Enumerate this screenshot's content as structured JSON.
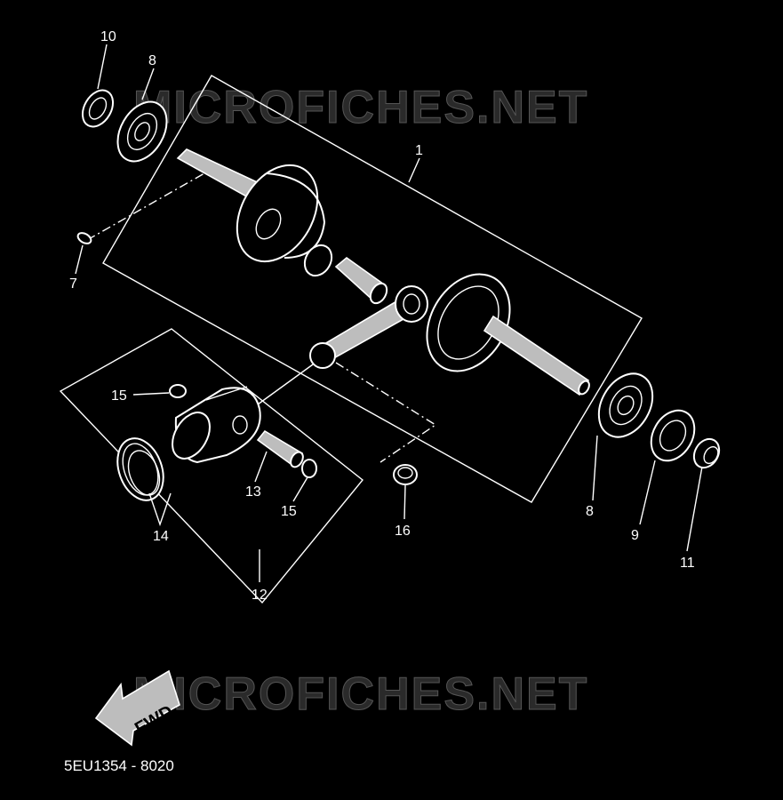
{
  "watermark": {
    "top": "MICROFICHES.NET",
    "bottom": "MICROFICHES.NET"
  },
  "fwd_label": "FWD",
  "diagram_code": "5EU1354 - 8020",
  "callouts": {
    "c1": "1",
    "c7": "7",
    "c8a": "8",
    "c8b": "8",
    "c9": "9",
    "c10": "10",
    "c11": "11",
    "c12": "12",
    "c13": "13",
    "c14": "14",
    "c15a": "15",
    "c15b": "15",
    "c16": "16"
  }
}
